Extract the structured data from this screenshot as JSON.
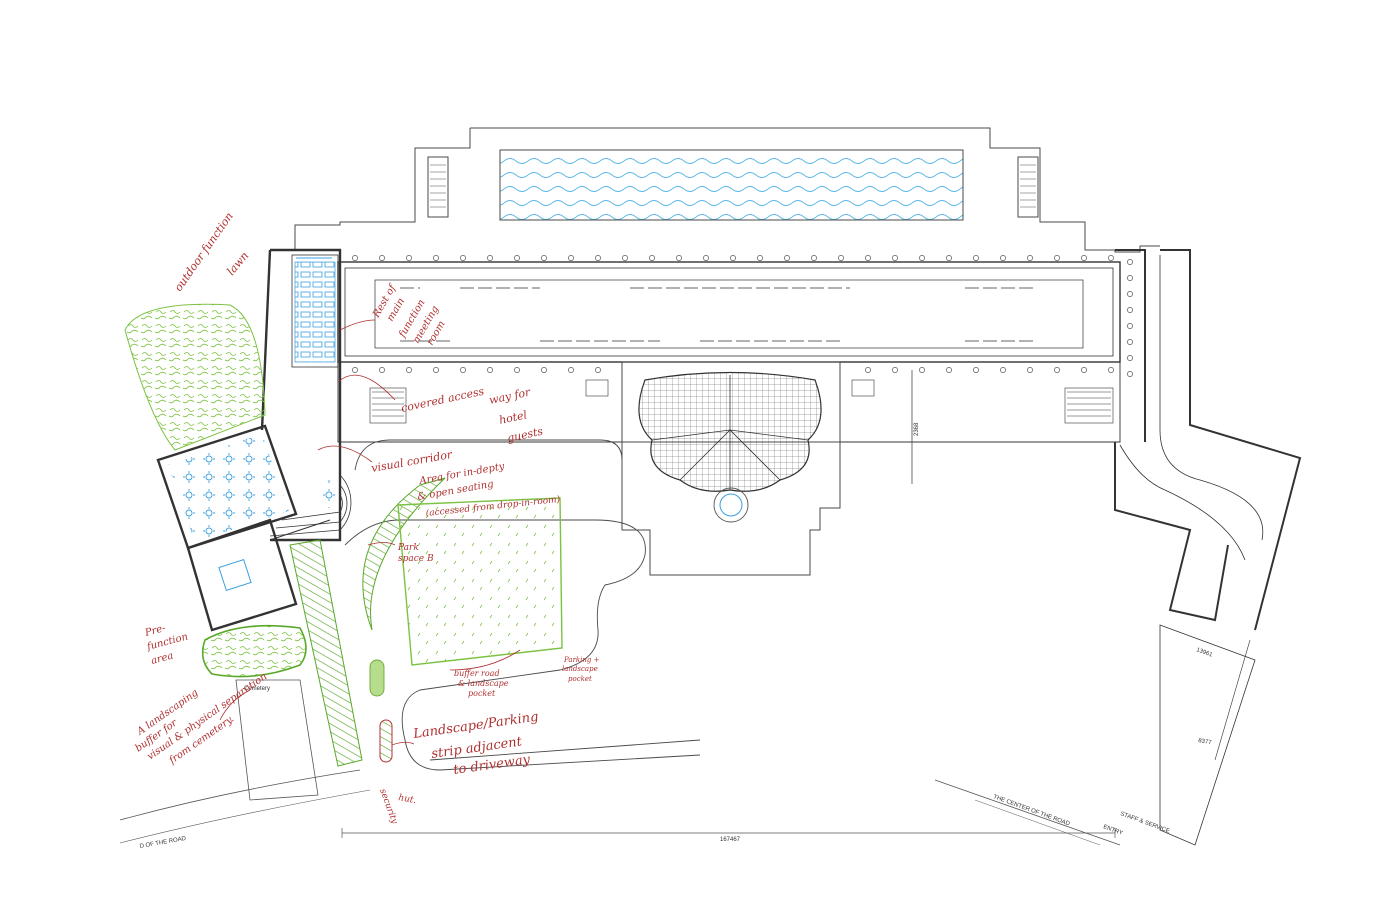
{
  "labels": {
    "cemetery": "Cemetery",
    "road_left": "D OF THE ROAD",
    "road_center": "THE CENTER OF THE ROAD",
    "staff_entry_1": "STAFF & SERVICE",
    "staff_entry_2": "ENTRY",
    "dim_overall": "167467",
    "dim_2368": "2368",
    "dim_13961": "13961",
    "dim_8377": "8377"
  },
  "annotations": {
    "outdoor_lawn_1": "outdoor function",
    "outdoor_lawn_2": "lawn",
    "main_function_1": "Rest of",
    "main_function_2": "main",
    "main_function_3": "function",
    "main_function_4": "meeting",
    "main_function_5": "room",
    "covered_access_1": "covered access",
    "covered_access_2": "way for",
    "covered_access_3": "hotel",
    "covered_access_4": "guests",
    "visual_corridor": "visual corridor",
    "drop_off_1": "Area for in-depty",
    "drop_off_2": "& open seating",
    "drop_off_3": "(accessed from drop-in-room)",
    "parking_1": "Park",
    "parking_2": "space B",
    "buffer_1": "buffer road",
    "buffer_2": "& landscape",
    "buffer_3": "pocket",
    "parking_pocket_1": "Parking +",
    "parking_pocket_2": "landscape",
    "parking_pocket_3": "pocket",
    "prefunction_1": "Pre-",
    "prefunction_2": "function",
    "prefunction_3": "area",
    "landscaping_1": "A landscaping",
    "landscaping_2": "buffer for",
    "landscaping_3": "visual & physical separation",
    "landscaping_4": "from cemetery.",
    "strip_1": "Landscape/Parking",
    "strip_2": "strip adjacent",
    "strip_3": "to driveway",
    "security_1": "security",
    "security_2": "hut."
  },
  "colors": {
    "ink": "#4a4a4a",
    "wall": "#333333",
    "water": "#5bb8e6",
    "landscape": "#7cc242",
    "furniture": "#3a9fe0",
    "annotation": "#b03030"
  }
}
